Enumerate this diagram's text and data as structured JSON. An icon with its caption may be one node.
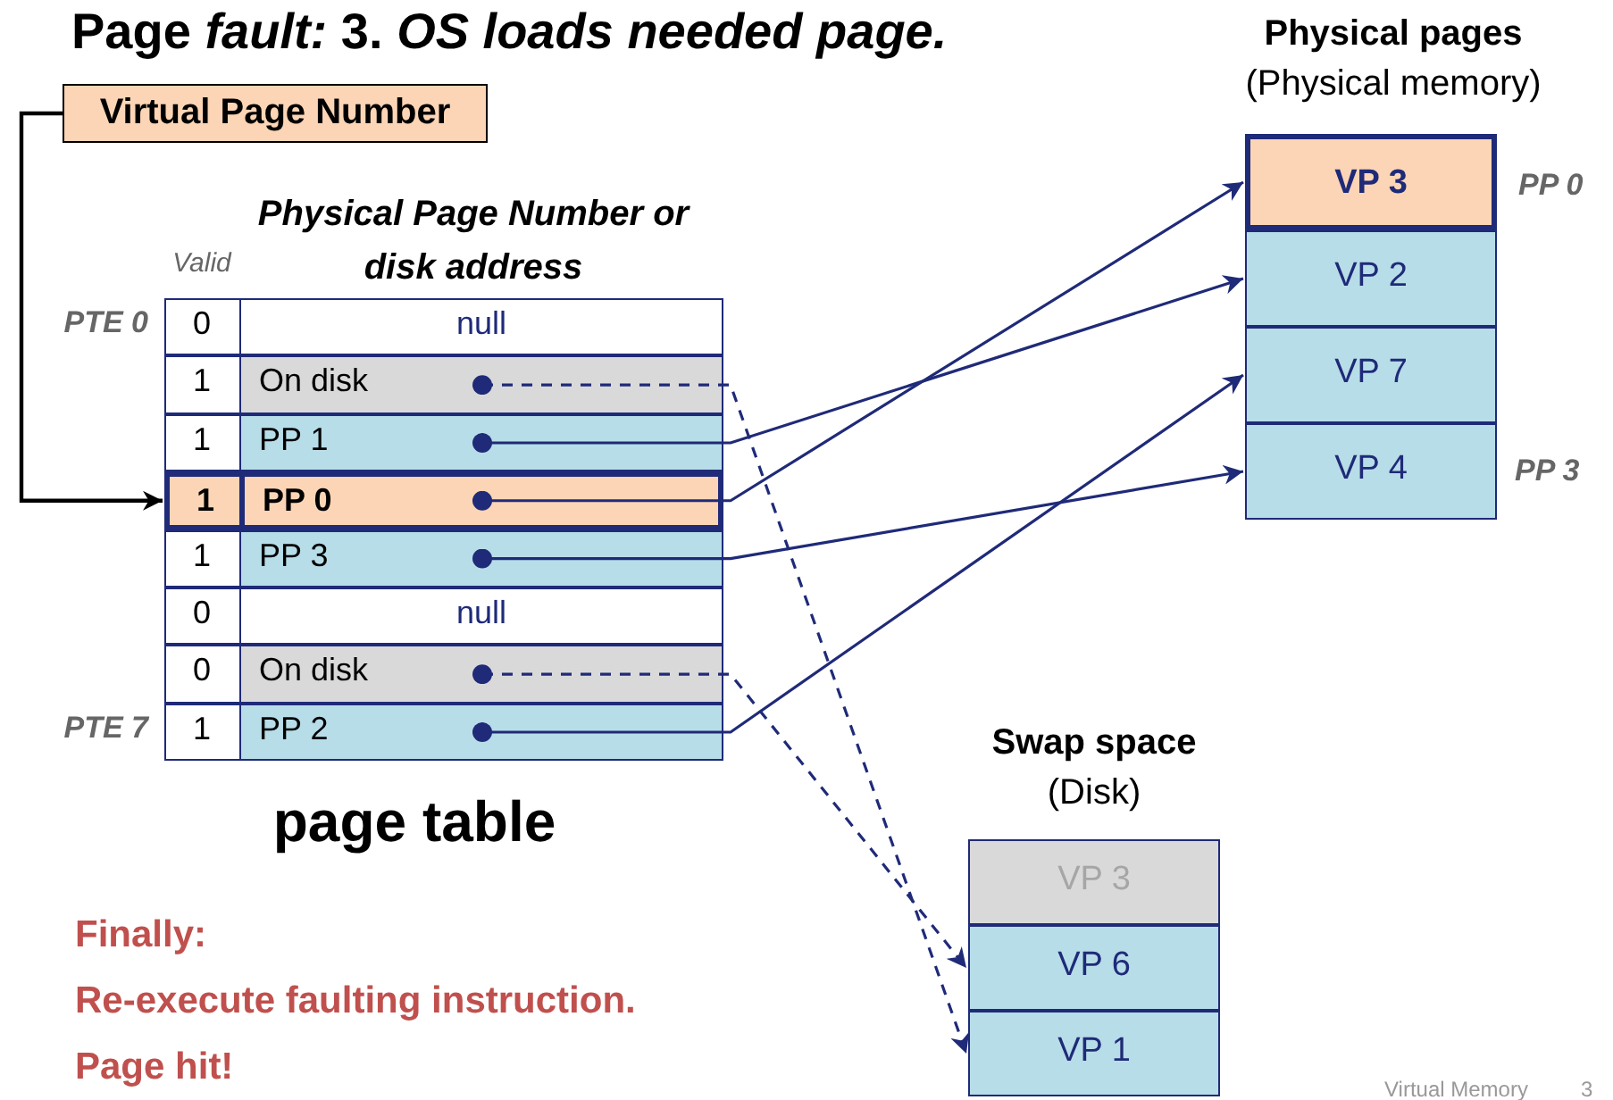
{
  "diagram": {
    "title": "Page *fault:* 3. *OS loads needed page.*",
    "nodes": [
      {
        "text": [
          "Virtual Page Number"
        ]
      },
      {
        "text": [
          "Valid",
          "Physical Page Number or disk address"
        ],
        "beside": [
          "page table"
        ]
      },
      {
        "text": [
          "0",
          "null"
        ],
        "in": 1,
        "beside": [
          "PTE 0"
        ]
      },
      {
        "text": [
          "1",
          "On disk"
        ],
        "in": 1
      },
      {
        "text": [
          "1",
          "PP 1"
        ],
        "in": 1
      },
      {
        "text": [
          "1",
          "PP 0"
        ],
        "in": 1
      },
      {
        "text": [
          "1",
          "PP 3"
        ],
        "in": 1
      },
      {
        "text": [
          "0",
          "null"
        ],
        "in": 1
      },
      {
        "text": [
          "0",
          "On disk"
        ],
        "in": 1
      },
      {
        "text": [
          "1",
          "PP 2"
        ],
        "in": 1,
        "beside": [
          "PTE 7"
        ]
      },
      {
        "text": [
          "Physical pages",
          "(Physical memory)"
        ]
      },
      {
        "text": [
          "VP 3"
        ],
        "in": 10,
        "beside": [
          "PP 0"
        ]
      },
      {
        "text": [
          "VP 2"
        ],
        "in": 10
      },
      {
        "text": [
          "VP 7"
        ],
        "in": 10
      },
      {
        "text": [
          "VP 4"
        ],
        "in": 10,
        "beside": [
          "PP 3"
        ]
      },
      {
        "text": [
          "Swap space",
          "(Disk)"
        ]
      },
      {
        "text": [
          "VP 3"
        ],
        "in": 15
      },
      {
        "text": [
          "VP 6"
        ],
        "in": 15
      },
      {
        "text": [
          "VP 1"
        ],
        "in": 15
      }
    ],
    "edges": [
      {
        "from": 0,
        "to": 5,
        "arrow": "to",
        "color": "#000000"
      },
      {
        "from": 4,
        "to": 12,
        "arrow": "to"
      },
      {
        "from": 5,
        "to": 11,
        "arrow": "to"
      },
      {
        "from": 6,
        "to": 14,
        "arrow": "to"
      },
      {
        "from": 9,
        "to": 13,
        "arrow": "to"
      },
      {
        "from": 3,
        "to": 18,
        "arrow": "to",
        "style": "dashed"
      },
      {
        "from": 8,
        "to": 17,
        "arrow": "to",
        "style": "dashed"
      }
    ],
    "labels": [
      "Finally:",
      "Re-execute faulting instruction.",
      "Page hit!",
      "Virtual Memory",
      "3"
    ]
  }
}
